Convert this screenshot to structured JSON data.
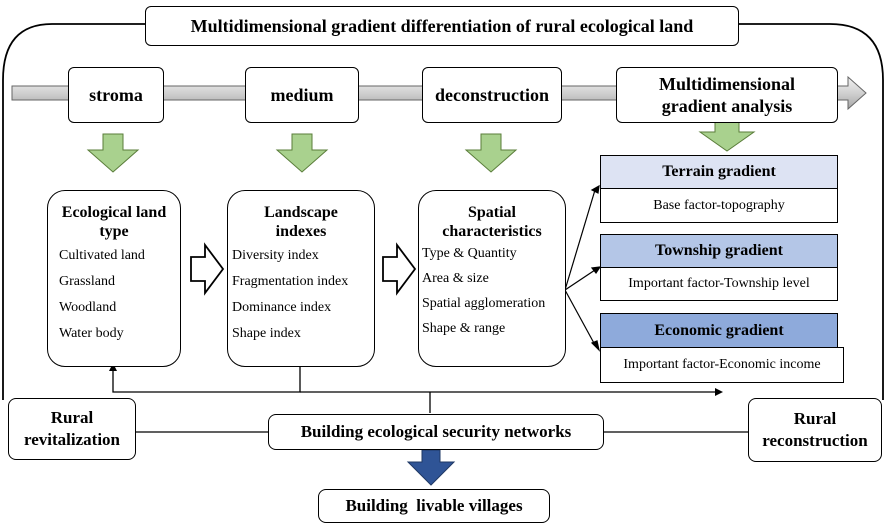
{
  "title": "Multidimensional gradient differentiation of rural ecological land",
  "steps": {
    "stroma": "stroma",
    "medium": "medium",
    "deconstruction": "deconstruction",
    "gradient_analysis_line1": "Multidimensional",
    "gradient_analysis_line2": "gradient analysis"
  },
  "ecological_land": {
    "heading_line1": "Ecological land",
    "heading_line2": "type",
    "items": [
      "Cultivated land",
      "Grassland",
      "Woodland",
      "Water body"
    ]
  },
  "landscape": {
    "heading_line1": "Landscape",
    "heading_line2": "indexes",
    "items": [
      "Diversity index",
      "Fragmentation index",
      "Dominance index",
      "Shape index"
    ]
  },
  "spatial": {
    "heading_line1": "Spatial",
    "heading_line2": "characteristics",
    "items": [
      "Type & Quantity",
      "Area & size",
      "Spatial agglomeration",
      "Shape & range"
    ]
  },
  "gradients": [
    {
      "name": "Terrain gradient",
      "factor": "Base factor-topography",
      "color": "#dde3f3"
    },
    {
      "name": "Township gradient",
      "factor": "Important factor-Township level",
      "color": "#b4c6e7"
    },
    {
      "name": "Economic gradient",
      "factor": "Important factor-Economic income",
      "color": "#8eaadb"
    }
  ],
  "rural_revitalization_line1": "Rural",
  "rural_revitalization_line2": "revitalization",
  "rural_reconstruction_line1": "Rural",
  "rural_reconstruction_line2": "reconstruction",
  "security_networks": "Building ecological security networks",
  "livable_villages": "Building  livable villages",
  "colors": {
    "green_arrow": "#a9d18e",
    "blue_arrow": "#2f5496",
    "grey_arrow": "#d9d9d9"
  }
}
